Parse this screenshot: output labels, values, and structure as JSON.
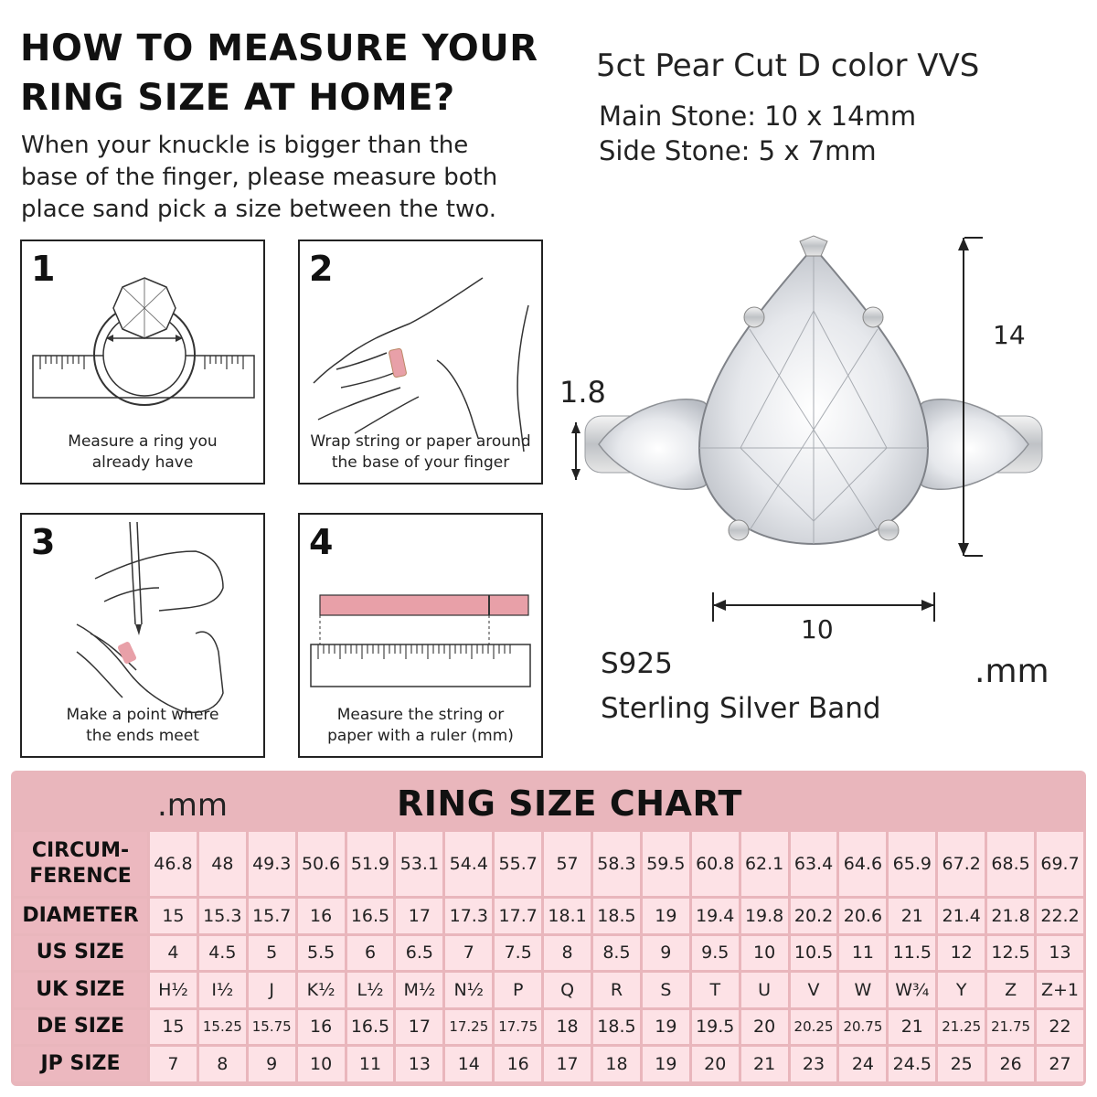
{
  "guide": {
    "title_line1": "HOW TO MEASURE YOUR",
    "title_line2": "RING SIZE AT HOME?",
    "intro_line1": "When your knuckle is bigger than the",
    "intro_line2": "base of the finger, please measure both",
    "intro_line3": "place sand pick a size between the two.",
    "steps": [
      {
        "number": "1",
        "caption_line1": "Measure a ring you",
        "caption_line2": "already have"
      },
      {
        "number": "2",
        "caption_line1": "Wrap string or paper around",
        "caption_line2": "the base of your finger"
      },
      {
        "number": "3",
        "caption_line1": "Make a point where",
        "caption_line2": "the ends meet"
      },
      {
        "number": "4",
        "caption_line1": "Measure the string or",
        "caption_line2": "paper with a ruler (mm)"
      }
    ]
  },
  "product": {
    "title": "5ct Pear Cut D color VVS",
    "main_stone": "Main Stone: 10 x 14mm",
    "side_stone": "Side Stone: 5 x 7mm",
    "dim_height": "14",
    "dim_width": "10",
    "dim_band": "1.8",
    "unit": ".mm",
    "material_line1": "S925",
    "material_line2": "Sterling Silver Band"
  },
  "size_chart": {
    "unit": ".mm",
    "title": "RING SIZE CHART",
    "row_labels": {
      "circumference_line1": "CIRCUM-",
      "circumference_line2": "FERENCE",
      "diameter": "DIAMETER",
      "us": "US SIZE",
      "uk": "UK SIZE",
      "de": "DE SIZE",
      "jp": "JP SIZE"
    },
    "circumference": [
      "46.8",
      "48",
      "49.3",
      "50.6",
      "51.9",
      "53.1",
      "54.4",
      "55.7",
      "57",
      "58.3",
      "59.5",
      "60.8",
      "62.1",
      "63.4",
      "64.6",
      "65.9",
      "67.2",
      "68.5",
      "69.7"
    ],
    "diameter": [
      "15",
      "15.3",
      "15.7",
      "16",
      "16.5",
      "17",
      "17.3",
      "17.7",
      "18.1",
      "18.5",
      "19",
      "19.4",
      "19.8",
      "20.2",
      "20.6",
      "21",
      "21.4",
      "21.8",
      "22.2"
    ],
    "us": [
      "4",
      "4.5",
      "5",
      "5.5",
      "6",
      "6.5",
      "7",
      "7.5",
      "8",
      "8.5",
      "9",
      "9.5",
      "10",
      "10.5",
      "11",
      "11.5",
      "12",
      "12.5",
      "13"
    ],
    "uk": [
      "H½",
      "I½",
      "J",
      "K½",
      "L½",
      "M½",
      "N½",
      "P",
      "Q",
      "R",
      "S",
      "T",
      "U",
      "V",
      "W",
      "W¾",
      "Y",
      "Z",
      "Z+1"
    ],
    "de": [
      "15",
      "15.25",
      "15.75",
      "16",
      "16.5",
      "17",
      "17.25",
      "17.75",
      "18",
      "18.5",
      "19",
      "19.5",
      "20",
      "20.25",
      "20.75",
      "21",
      "21.25",
      "21.75",
      "22"
    ],
    "jp": [
      "7",
      "8",
      "9",
      "10",
      "11",
      "13",
      "14",
      "16",
      "17",
      "18",
      "19",
      "20",
      "21",
      "23",
      "24",
      "24.5",
      "25",
      "26",
      "27"
    ]
  },
  "colors": {
    "chart_pink": "#e9b6bc",
    "cell_pink": "#fde2e6",
    "header_pink": "#ecb8bf",
    "accent_pink": "#e8a0a8"
  }
}
